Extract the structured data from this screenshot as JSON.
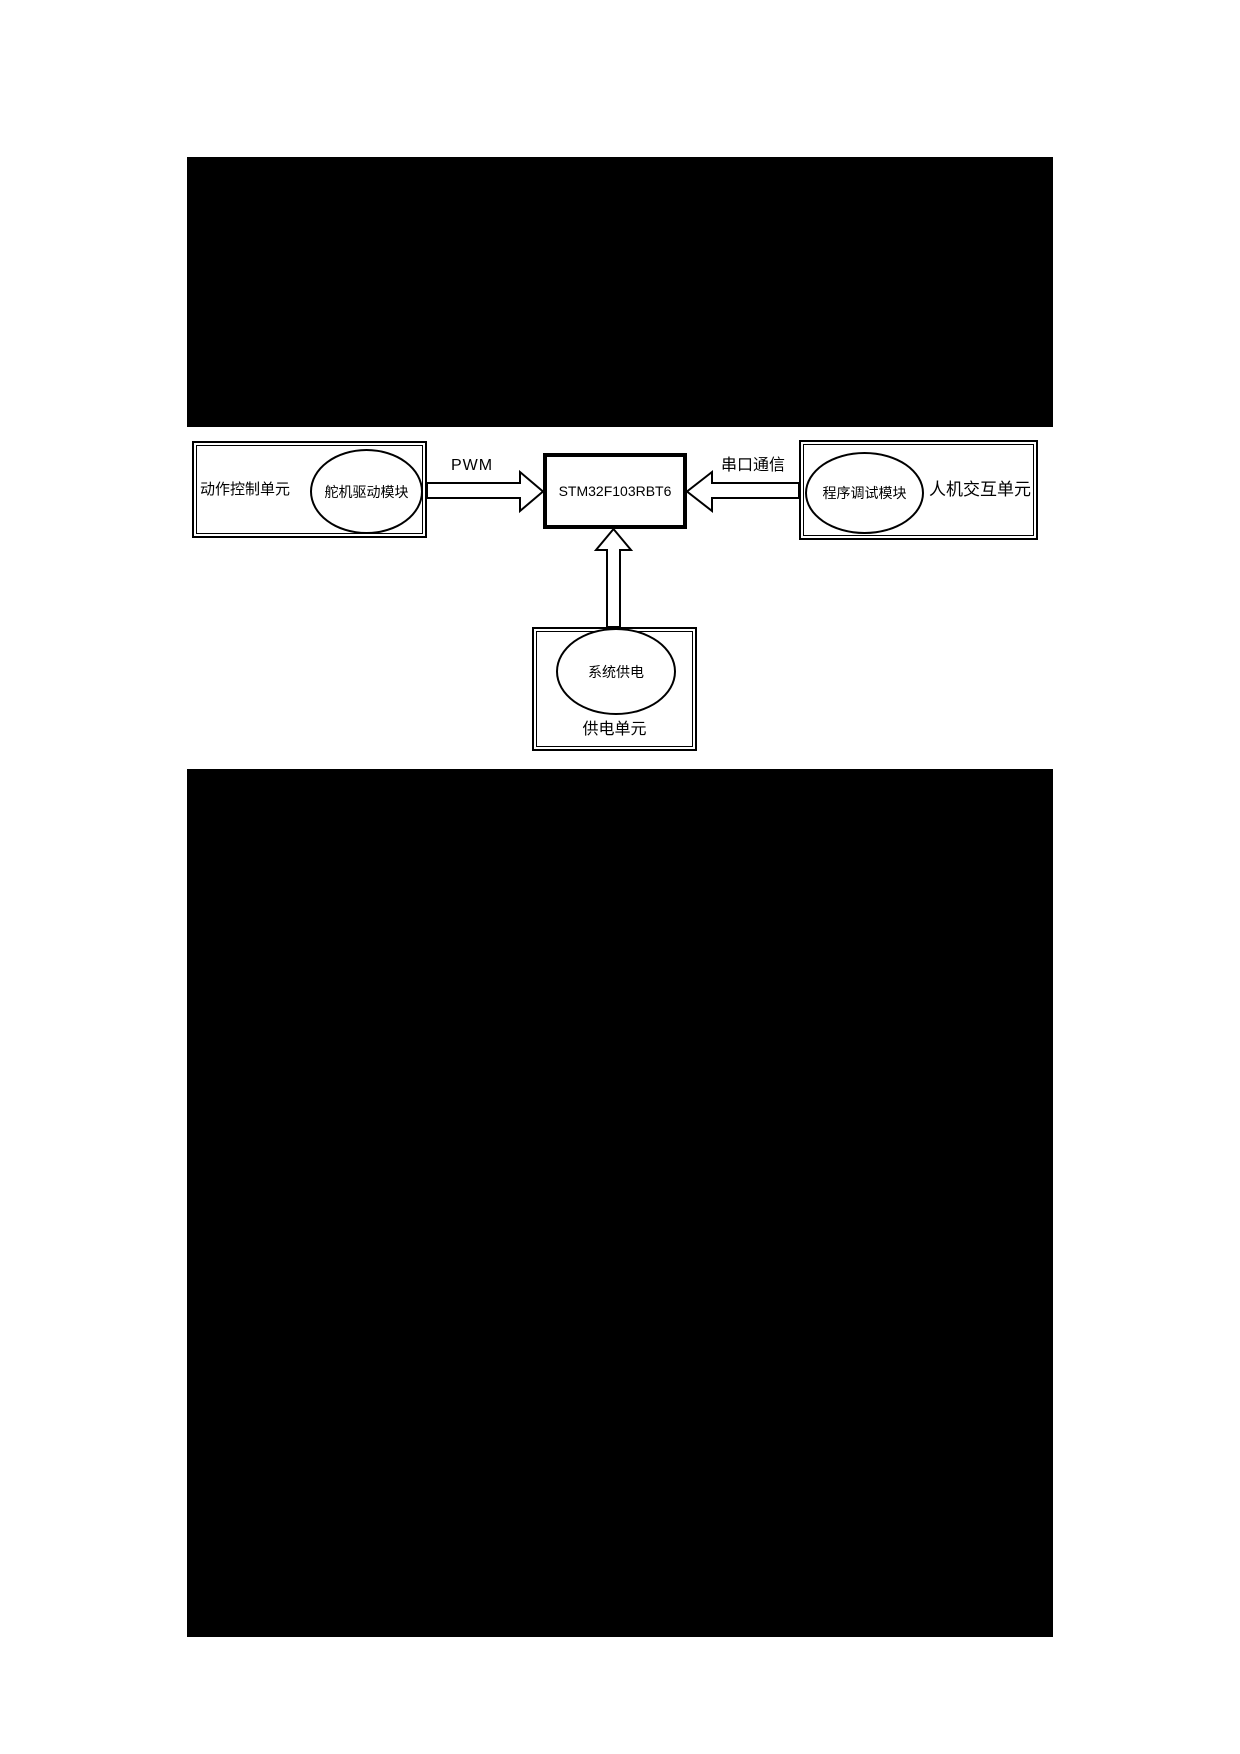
{
  "page": {
    "background": "#ffffff",
    "redaction_color": "#000000",
    "line_color": "#000000",
    "text_color": "#000000"
  },
  "diagram": {
    "left_unit": {
      "label": "动作控制单元",
      "module": "舵机驱动模块"
    },
    "mcu": {
      "label": "STM32F103RBT6"
    },
    "right_unit": {
      "label": "人机交互单元",
      "module": "程序调试模块"
    },
    "power_unit": {
      "label": "供电单元",
      "module": "系统供电"
    },
    "arrows": {
      "pwm_label": "PWM",
      "serial_label": "串口通信"
    }
  }
}
